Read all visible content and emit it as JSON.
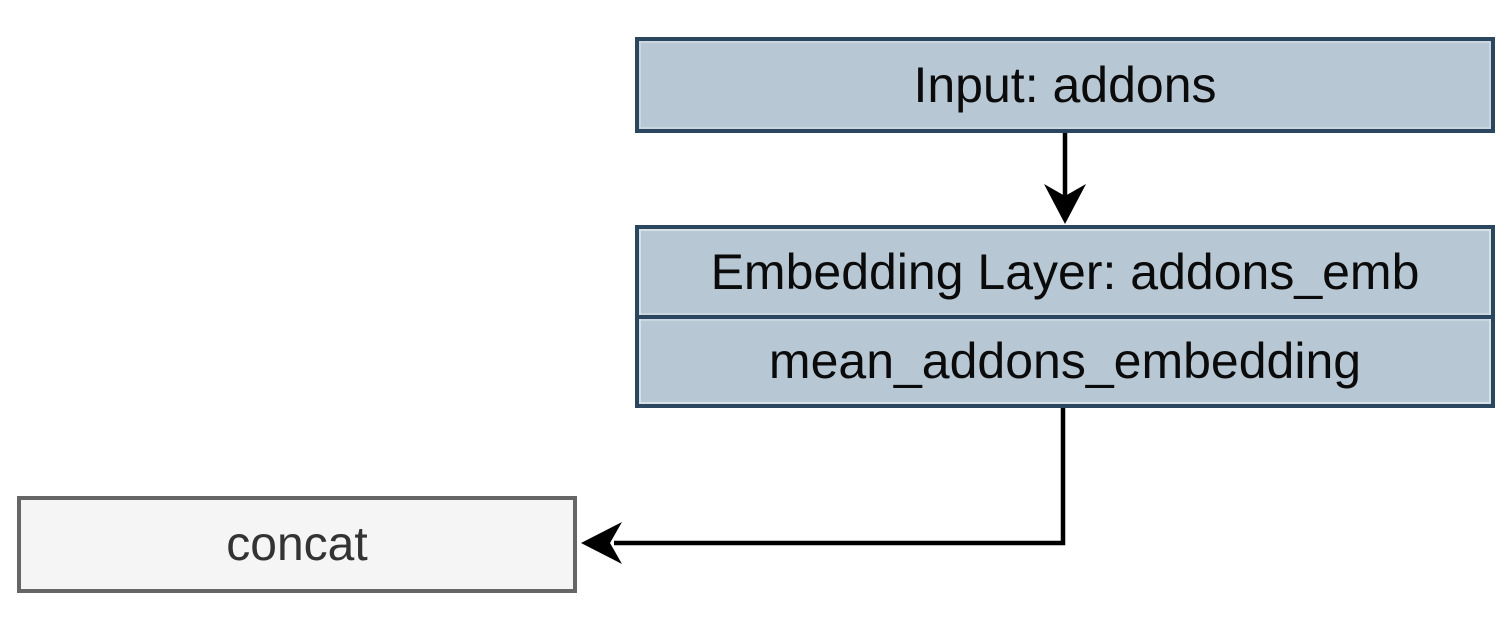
{
  "diagram": {
    "background": "#ffffff",
    "edge_color": "#000000",
    "nodes": {
      "input": {
        "label": "Input: addons",
        "fill": "#b7c7d4",
        "border": "#2b475f",
        "text_color": "#0b0b0b"
      },
      "embedding": {
        "title": "Embedding Layer: addons_emb",
        "subtitle": "mean_addons_embedding",
        "fill": "#b7c7d4",
        "border": "#2b475f",
        "text_color": "#0b0b0b"
      },
      "concat": {
        "label": "concat",
        "fill": "#f5f5f5",
        "border": "#666666",
        "text_color": "#333333"
      }
    },
    "edges": [
      {
        "from": "input",
        "to": "embedding",
        "style": "straight-down",
        "color": "#000000"
      },
      {
        "from": "embedding",
        "to": "concat",
        "style": "elbow-down-left",
        "color": "#000000"
      }
    ]
  }
}
